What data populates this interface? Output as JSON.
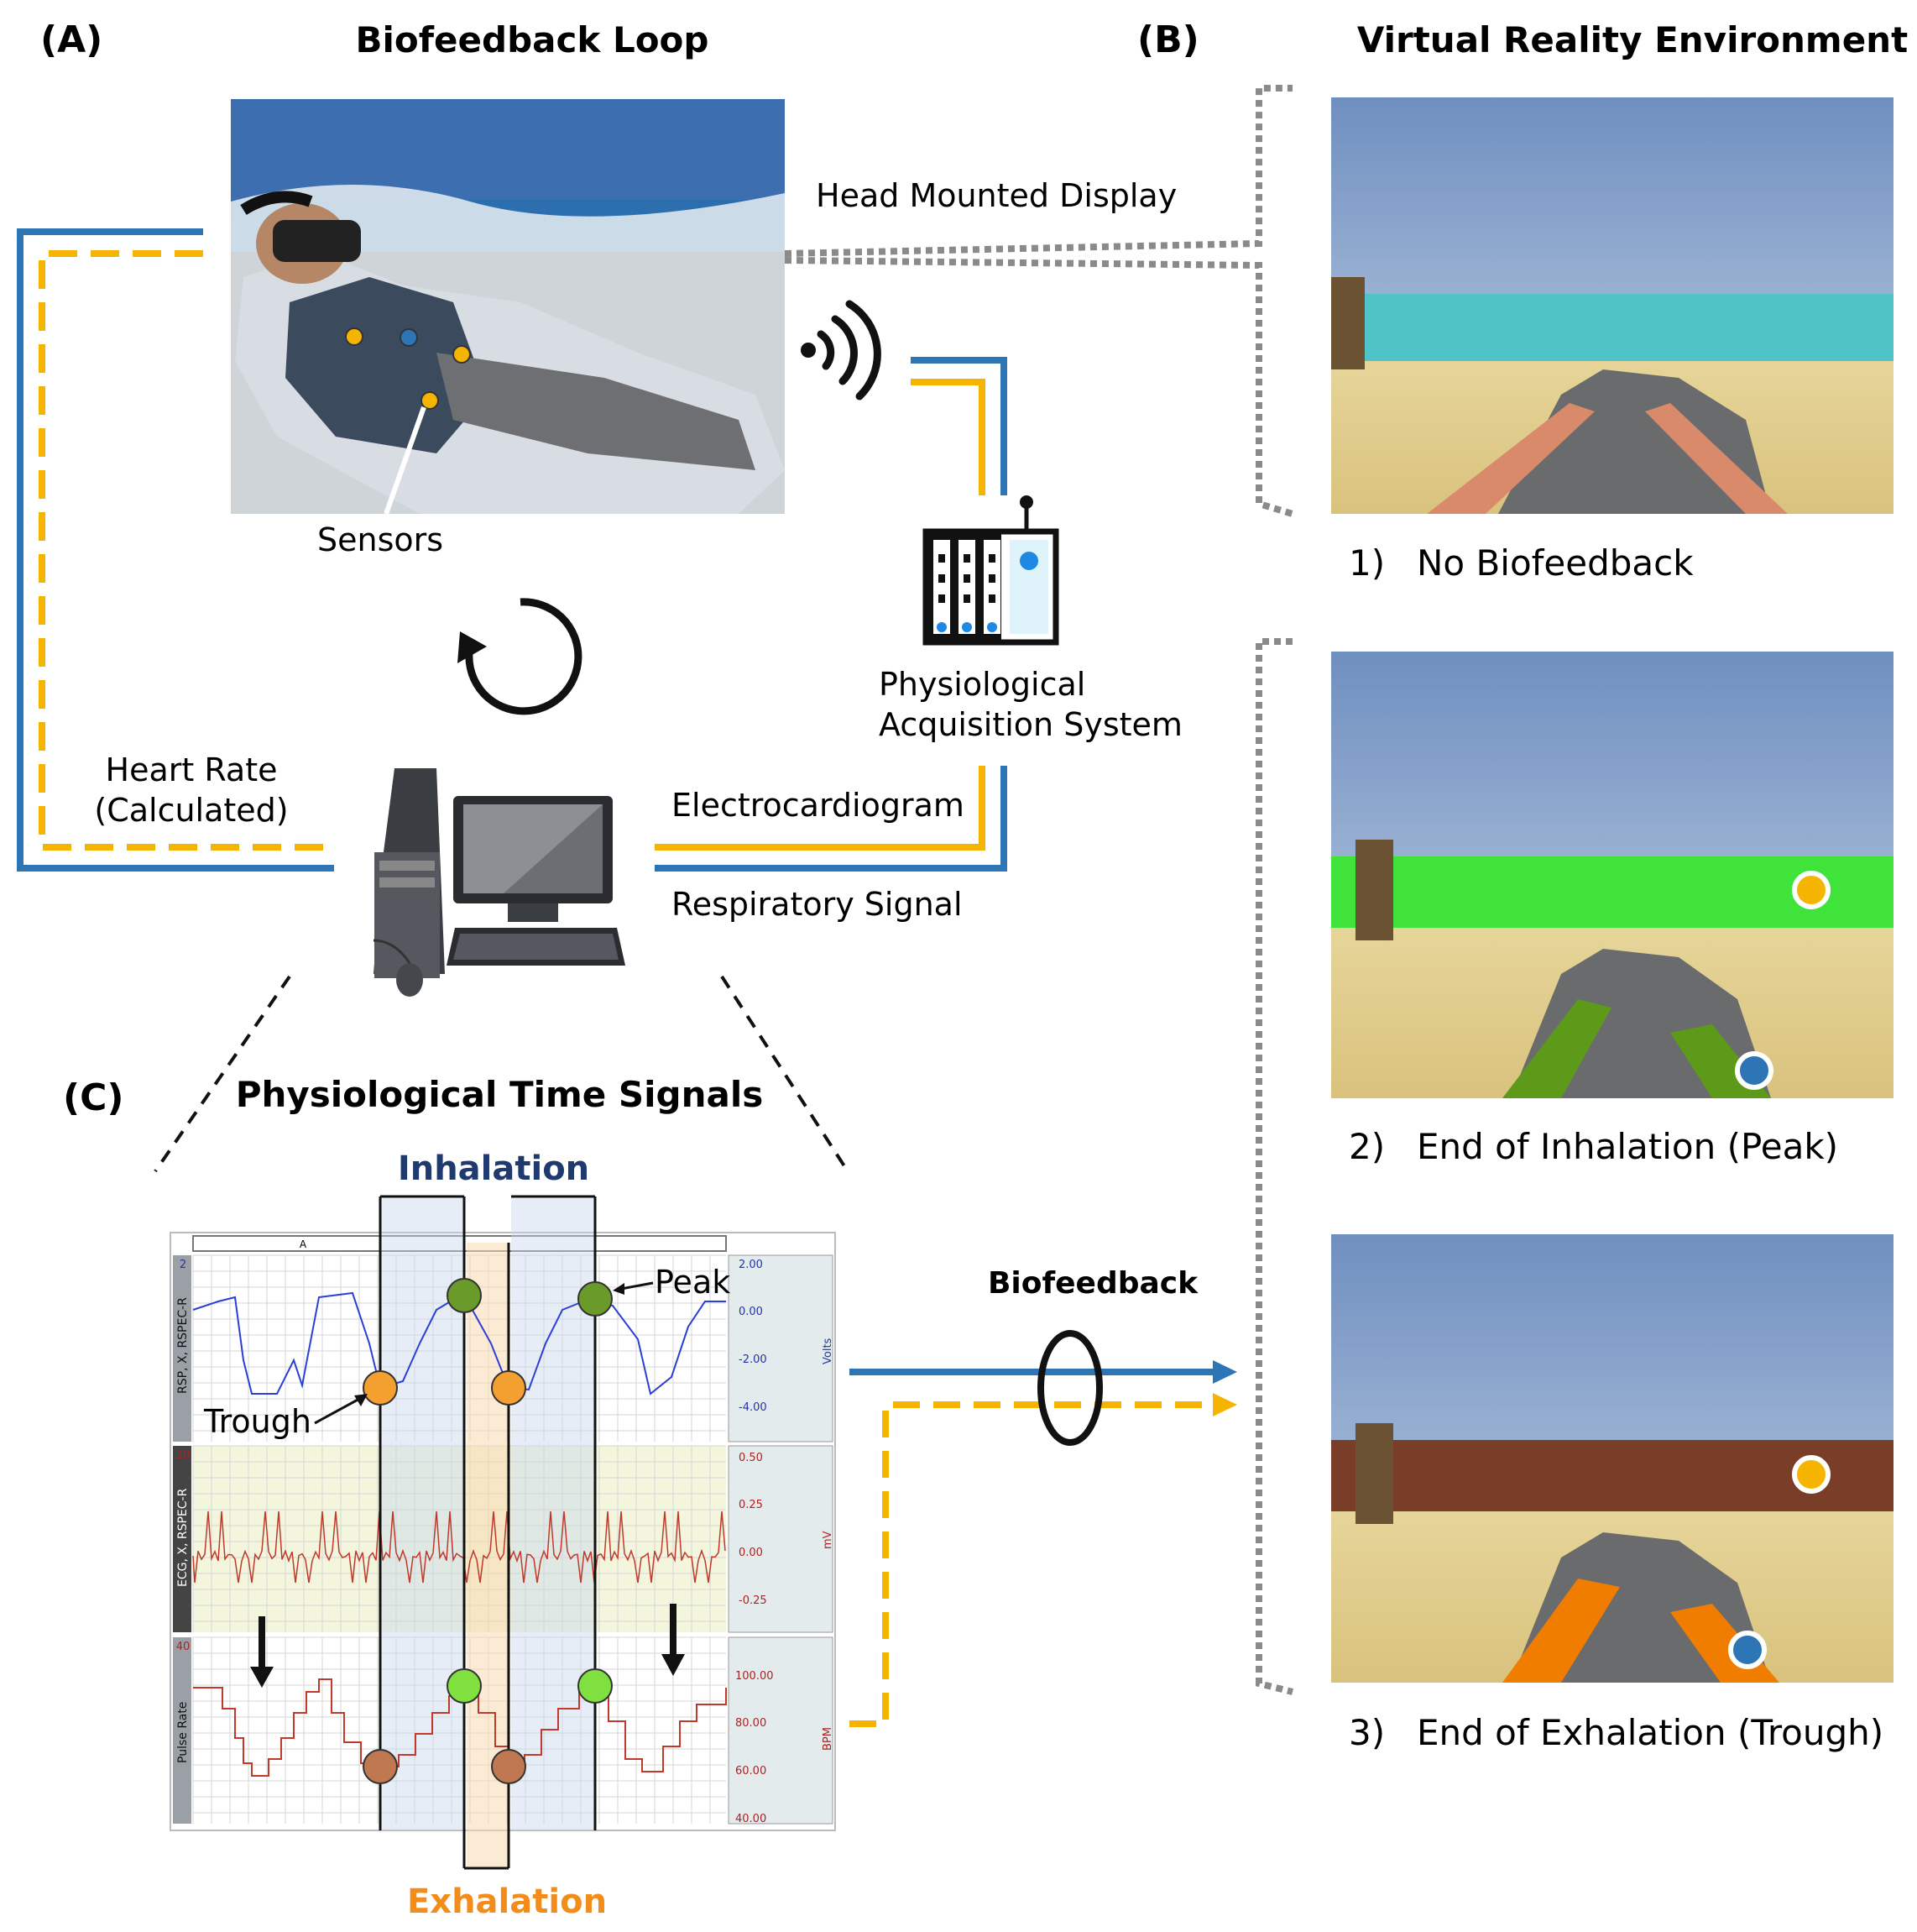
{
  "panel_a": {
    "tag": "(A)",
    "title": "Biofeedback Loop",
    "hmd_label": "Head Mounted Display",
    "sensors_label": "Sensors",
    "pas_label_1": "Physiological",
    "pas_label_2": "Acquisition System",
    "hr_label_1": "Heart Rate",
    "hr_label_2": "(Calculated)",
    "ecg_label": "Electrocardiogram",
    "resp_label": "Respiratory Signal"
  },
  "panel_b": {
    "tag": "(B)",
    "title": "Virtual Reality Environment",
    "scenes": [
      {
        "num": "1)",
        "label": "No Biofeedback"
      },
      {
        "num": "2)",
        "label": "End of Inhalation (Peak)"
      },
      {
        "num": "3)",
        "label": "End of Exhalation (Trough)"
      }
    ]
  },
  "panel_c": {
    "tag": "(C)",
    "title": "Physiological Time Signals",
    "inhalation": "Inhalation",
    "exhalation": "Exhalation",
    "peak": "Peak",
    "trough": "Trough",
    "biofeedback": "Biofeedback",
    "marker_a": "A",
    "channels": [
      {
        "num": "2",
        "name": "RSP, X, RSPEC-R",
        "unit": "Volts",
        "ticks": [
          "2.00",
          "0.00",
          "-2.00",
          "-4.00"
        ]
      },
      {
        "num": "10",
        "name": "ECG, X, RSPEC-R",
        "unit": "mV",
        "ticks": [
          "0.50",
          "0.25",
          "0.00",
          "-0.25"
        ]
      },
      {
        "num": "40",
        "name": "Pulse Rate",
        "unit": "BPM",
        "ticks": [
          "100.00",
          "80.00",
          "60.00",
          "40.00"
        ]
      }
    ]
  },
  "colors": {
    "blue": "#2e75b6",
    "yellow": "#f4b400",
    "inhale": "#1f3a6e",
    "exhale": "#f28c1b",
    "peak_green": "#6a9a2a",
    "trough_orange": "#f4a030"
  }
}
